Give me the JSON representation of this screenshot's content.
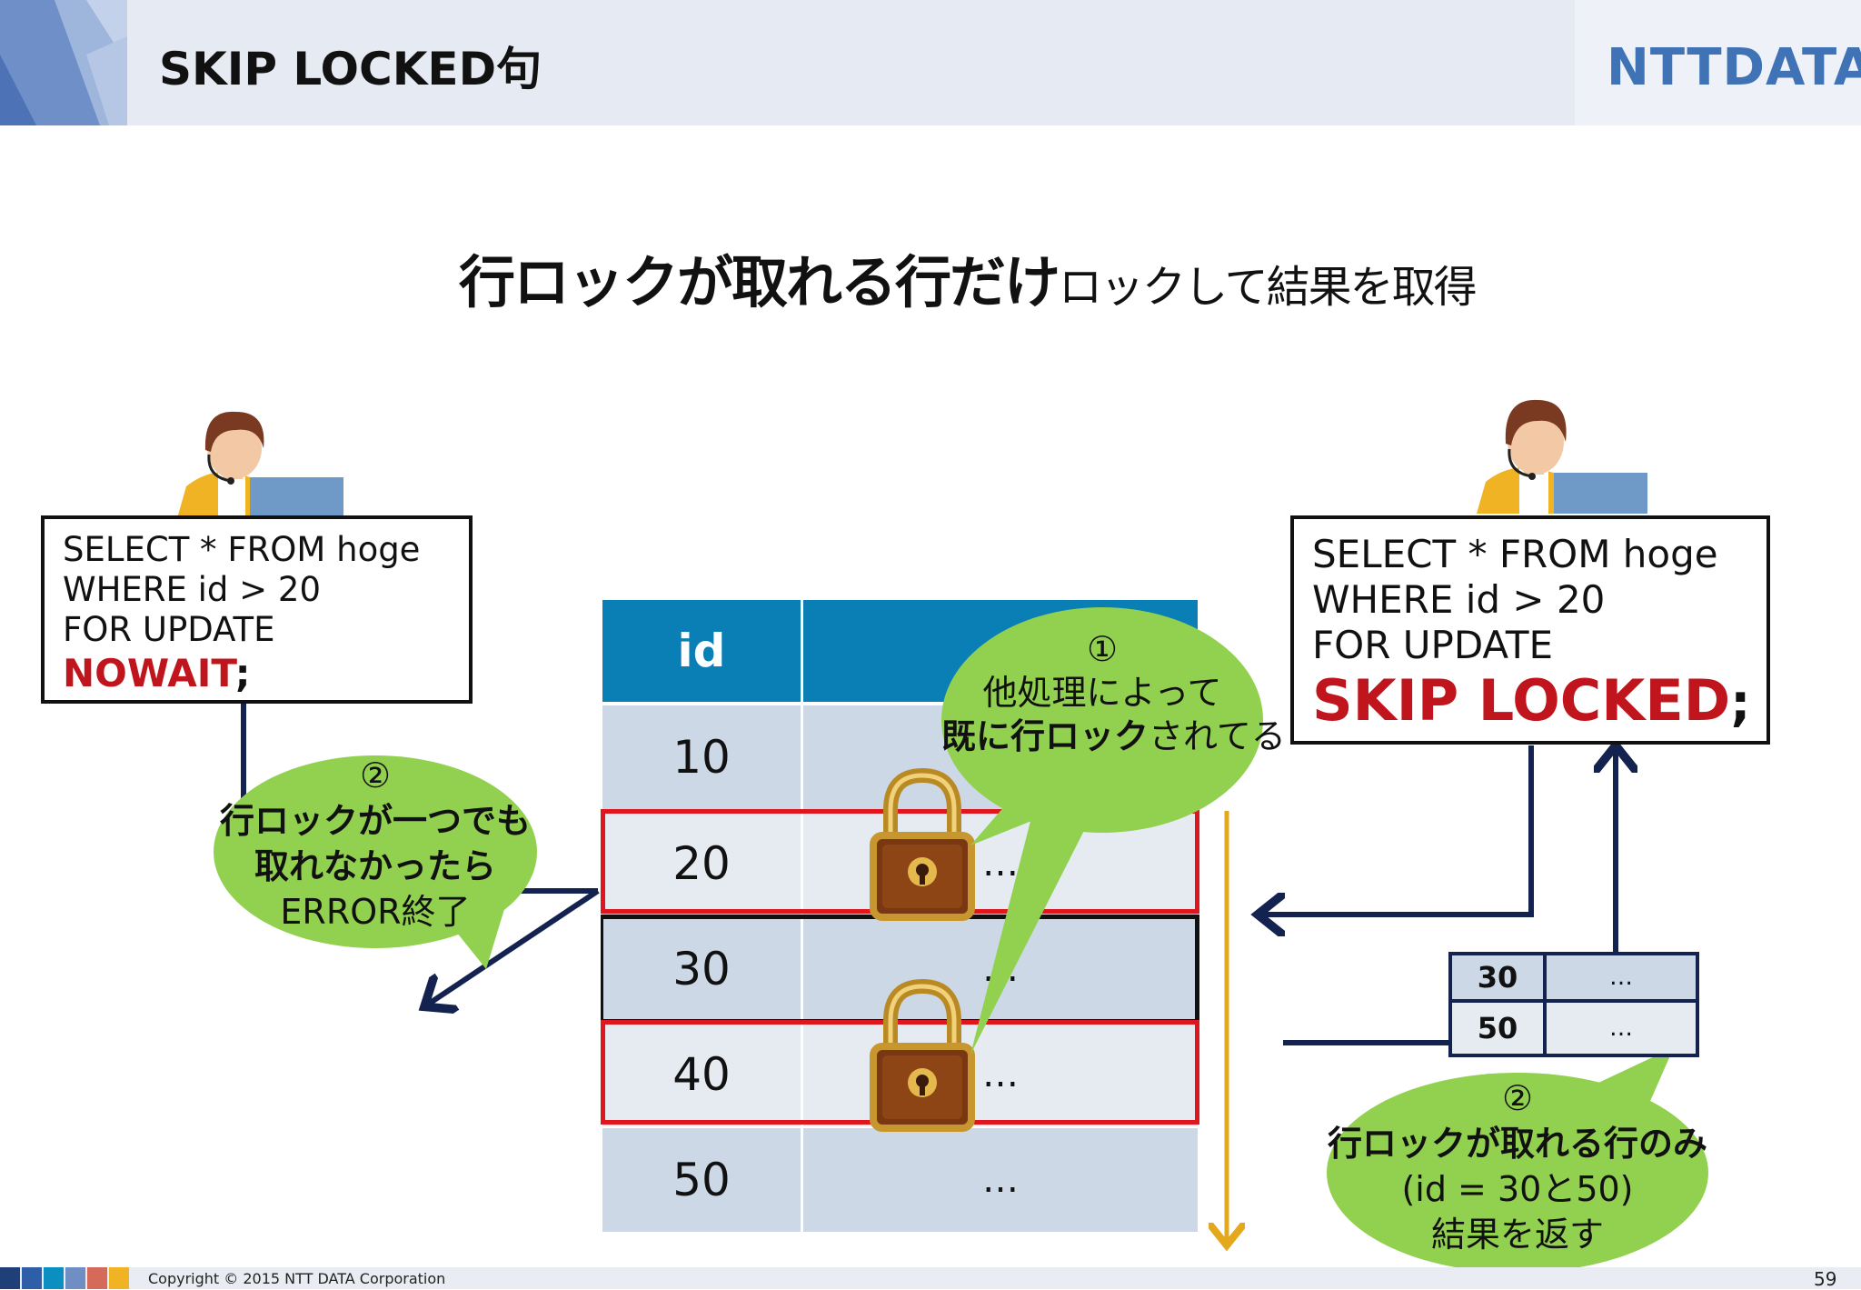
{
  "header": {
    "title": "SKIP LOCKED句",
    "logo": "NTTDATA"
  },
  "heading": {
    "bold": "行ロックが取れる行だけ",
    "normal": "ロックして結果を取得"
  },
  "left_query": {
    "lines": [
      "SELECT * FROM hoge",
      "WHERE id > 20",
      "FOR UPDATE"
    ],
    "keyword": "NOWAIT",
    "terminator": ";"
  },
  "right_query": {
    "lines": [
      "SELECT * FROM hoge",
      "WHERE id > 20",
      "FOR UPDATE"
    ],
    "keyword": "SKIP LOCKED",
    "terminator": ";"
  },
  "table": {
    "header_id": "id",
    "rows": [
      {
        "id": "10",
        "value": "…"
      },
      {
        "id": "20",
        "value": "…"
      },
      {
        "id": "30",
        "value": "…"
      },
      {
        "id": "40",
        "value": "…"
      },
      {
        "id": "50",
        "value": "…"
      }
    ]
  },
  "bubble_top": {
    "number": "①",
    "line1": "他処理によって",
    "line2_bold": "既に行ロック",
    "line2_normal": "されてる"
  },
  "bubble_left": {
    "number": "②",
    "line1": "行ロックが一つでも",
    "line2": "取れなかったら",
    "line3": "ERROR終了"
  },
  "bubble_right": {
    "number": "②",
    "line1": "行ロックが取れる行のみ",
    "line2": "(id = 30と50)",
    "line3": "結果を返す"
  },
  "result_table": {
    "rows": [
      {
        "id": "30",
        "value": "…"
      },
      {
        "id": "50",
        "value": "…"
      }
    ]
  },
  "footer": {
    "copyright": "Copyright © 2015 NTT DATA Corporation",
    "page": "59"
  },
  "colors": {
    "header_bg": "#e6eaf3",
    "table_header": "#0a7fb5",
    "table_cell": "#ccd8e6",
    "lock_frame": "#e0161e",
    "bubble": "#92d050",
    "arrow": "#14224f",
    "scan_arrow": "#e3a81b",
    "logo": "#3f73b6",
    "keyword": "#c0151c"
  }
}
